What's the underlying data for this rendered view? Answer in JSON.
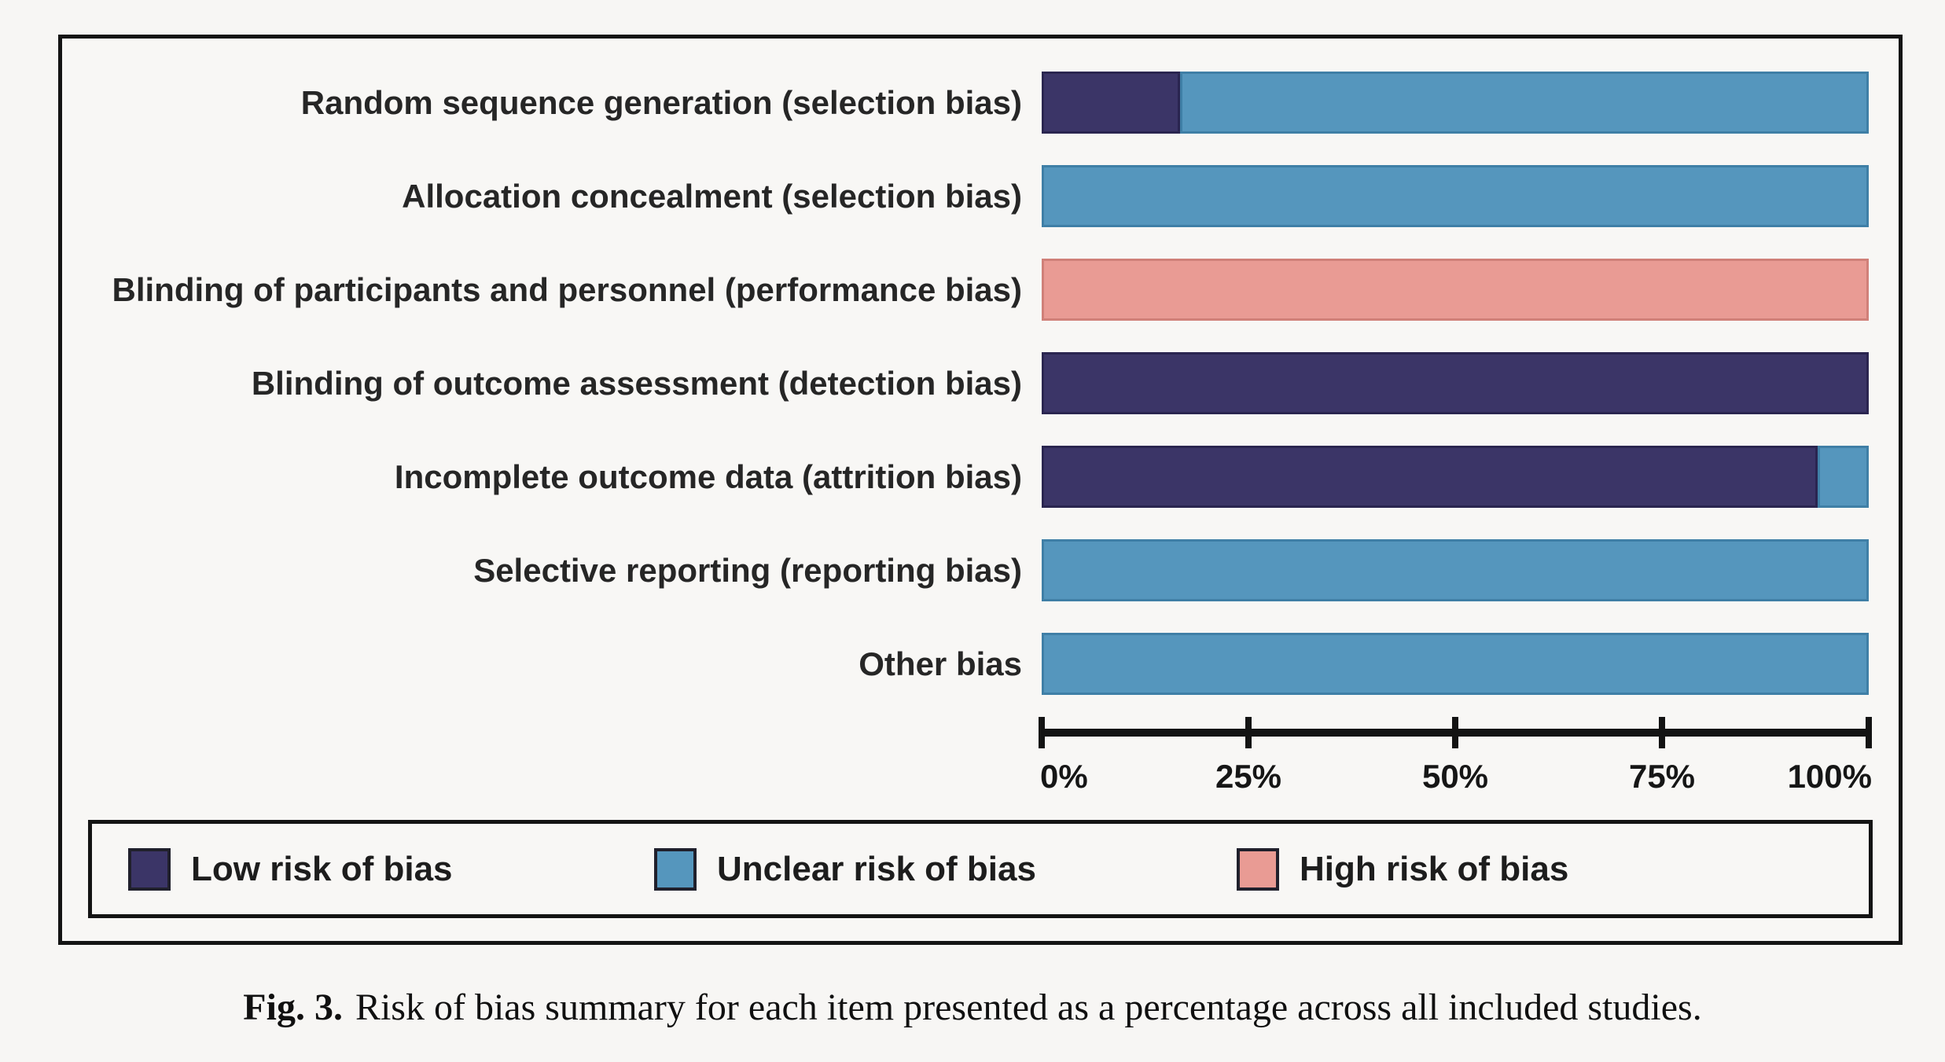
{
  "figure": {
    "caption_label": "Fig. 3.",
    "caption_text": "Risk of bias summary for each item presented as a percentage across all included studies."
  },
  "chart_data": {
    "type": "bar",
    "orientation": "horizontal-stacked",
    "unit": "percent",
    "xlim": [
      0,
      100
    ],
    "x_tick_labels": [
      "0%",
      "25%",
      "50%",
      "75%",
      "100%"
    ],
    "grid": false,
    "legend_position": "bottom",
    "categories": [
      "Random sequence generation (selection bias)",
      "Allocation concealment (selection bias)",
      "Blinding of participants and personnel (performance bias)",
      "Blinding of outcome assessment (detection bias)",
      "Incomplete outcome data (attrition bias)",
      "Selective reporting (reporting bias)",
      "Other bias"
    ],
    "series": [
      {
        "name": "Low risk of bias",
        "risk": "low",
        "color": "#3b3567",
        "border_color": "#2a2550",
        "values": [
          16.7,
          0,
          0,
          100,
          93.8,
          0,
          0
        ]
      },
      {
        "name": "Unclear risk of bias",
        "risk": "unclear",
        "color": "#5596bd",
        "border_color": "#3f7fa6",
        "values": [
          83.3,
          100,
          0,
          0,
          6.2,
          100,
          100
        ]
      },
      {
        "name": "High risk of bias",
        "risk": "high",
        "color": "#e99b94",
        "border_color": "#d08079",
        "values": [
          0,
          0,
          100,
          0,
          0,
          0,
          0
        ]
      }
    ]
  },
  "legend": {
    "items": [
      {
        "label": "Low risk of bias",
        "risk": "low",
        "color": "#3b3567"
      },
      {
        "label": "Unclear risk of bias",
        "risk": "unclear",
        "color": "#5596bd"
      },
      {
        "label": "High risk of bias",
        "risk": "high",
        "color": "#e99b94"
      }
    ]
  }
}
